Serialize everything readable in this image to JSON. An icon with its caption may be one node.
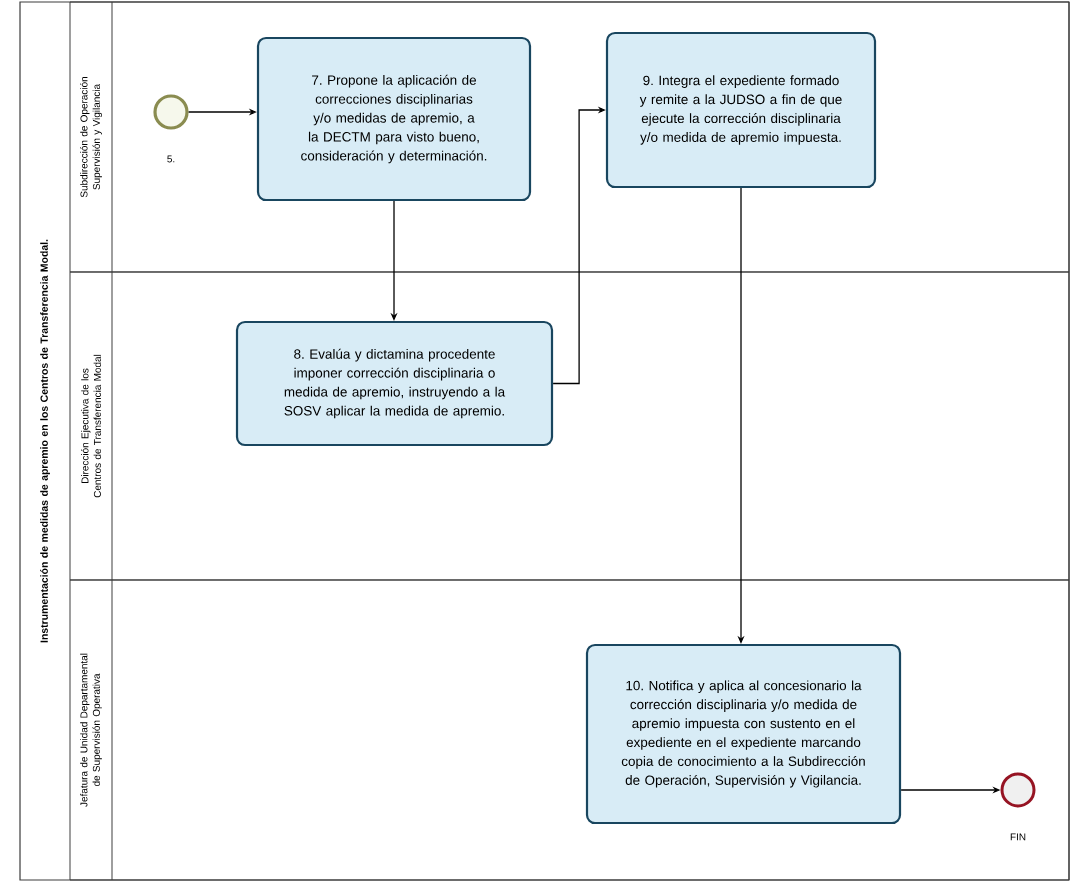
{
  "diagram": {
    "nodes": [
      {
        "text": [
          "Instrumentación de medidas de apremio en los Centros de Transferencia Modal."
        ]
      },
      {
        "text": [
          "Subdirección de Operación Supervisión y Vigilancia"
        ],
        "in": 0
      },
      {
        "text": [
          "Dirección Ejecutiva de los Centros de Transferencia Modal"
        ],
        "in": 0
      },
      {
        "text": [
          "Jefatura de Unidad Departamental de Supervisión Operativa"
        ],
        "in": 0
      },
      {
        "text": [],
        "shape": "circle",
        "in": 1,
        "beside": [
          "5."
        ]
      },
      {
        "text": [
          "7. Propone la aplicación de correcciones disciplinarias y/o medidas de apremio, a la DECTM para visto bueno, consideración y  determinación."
        ],
        "in": 1
      },
      {
        "text": [
          "8. Evalúa y dictamina procedente imponer corrección disciplinaria o medida de apremio, instruyendo a la SOSV aplicar la medida de apremio."
        ],
        "in": 2
      },
      {
        "text": [
          "9. Integra el expediente formado y remite a la JUDSO a fin de que ejecute la corrección disciplinaria y/o medida de apremio impuesta."
        ],
        "in": 1
      },
      {
        "text": [
          "10. Notifica y aplica al concesionario la corrección disciplinaria y/o medida de apremio impuesta con sustento en el expediente en el expediente marcando copia de conocimiento a la Subdirección de Operación, Supervisión y Vigilancia."
        ],
        "in": 3
      },
      {
        "text": [],
        "shape": "circle",
        "in": 3,
        "beside": [
          "FIN"
        ]
      }
    ],
    "edges": [
      {
        "from": 4,
        "to": 5,
        "arrow": "to"
      },
      {
        "from": 5,
        "to": 6,
        "arrow": "to"
      },
      {
        "from": 6,
        "to": 7,
        "arrow": "to"
      },
      {
        "from": 7,
        "to": 8,
        "arrow": "to"
      },
      {
        "from": 8,
        "to": 9,
        "arrow": "to"
      }
    ]
  }
}
